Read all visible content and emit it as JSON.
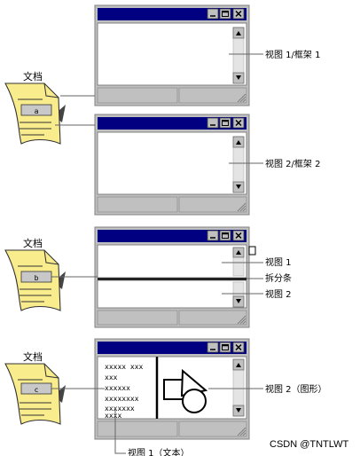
{
  "panels": [
    {
      "doc_title": "文档",
      "doc_tag": "a",
      "callouts": [
        "视图 1/框架 1"
      ]
    },
    {
      "callouts": [
        "视图 2/框架 2"
      ]
    },
    {
      "doc_title": "文档",
      "doc_tag": "b",
      "callouts": [
        "视图 1",
        "拆分条",
        "视图 2"
      ]
    },
    {
      "doc_title": "文档",
      "doc_tag": "c",
      "text_lines": [
        "xxxxx xxx",
        "xxx",
        "xxxxxx",
        "xxxxxxxx",
        "xxxxxxx",
        "xxxx"
      ],
      "callouts": [
        "视图 2（图形）",
        "视图 1（文本）"
      ]
    }
  ],
  "watermark": "CSDN @TNTLWT",
  "colors": {
    "title_bar": "#000080",
    "window_face": "#c0c0c0",
    "document_paper": "#f8ec8c"
  },
  "icons": [
    "minimize-icon",
    "maximize-icon",
    "close-icon",
    "scroll-up-icon",
    "scroll-down-icon",
    "size-grip-icon"
  ]
}
